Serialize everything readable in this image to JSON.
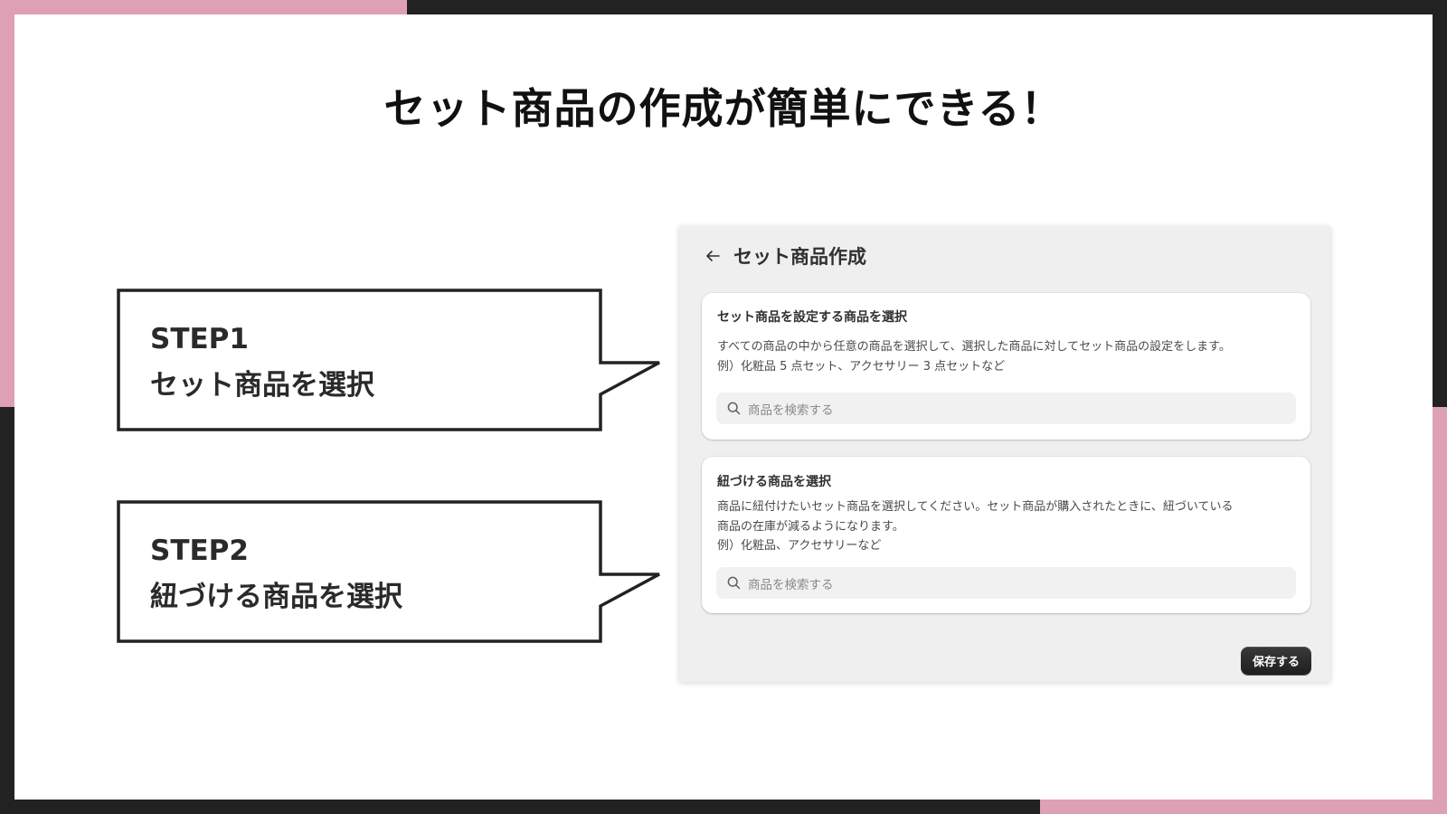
{
  "slide": {
    "title": "セット商品の作成が簡単にできる！",
    "colors": {
      "accent_pink": "#dea0b4",
      "frame_dark": "#222222",
      "background": "#ffffff"
    }
  },
  "steps": [
    {
      "step": "STEP1",
      "label": "セット商品を選択"
    },
    {
      "step": "STEP2",
      "label": "紐づける商品を選択"
    }
  ],
  "app": {
    "header": {
      "back_icon": "arrow-left-icon",
      "title": "セット商品作成"
    },
    "cards": [
      {
        "title": "セット商品を設定する商品を選択",
        "description_lines": [
          "すべての商品の中から任意の商品を選択して、選択した商品に対してセット商品の設定をします。",
          "例）化粧品 5 点セット、アクセサリー 3 点セットなど"
        ],
        "search": {
          "icon": "search-icon",
          "placeholder": "商品を検索する"
        }
      },
      {
        "title": "紐づける商品を選択",
        "description_lines": [
          "商品に紐付けたいセット商品を選択してください。セット商品が購入されたときに、紐づいている",
          "商品の在庫が減るようになります。",
          "例）化粧品、アクセサリーなど"
        ],
        "search": {
          "icon": "search-icon",
          "placeholder": "商品を検索する"
        }
      }
    ],
    "save_label": "保存する"
  }
}
